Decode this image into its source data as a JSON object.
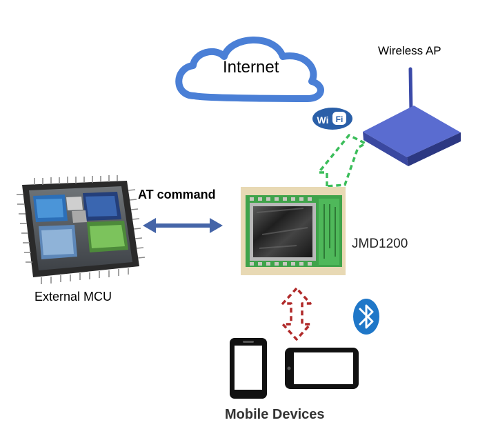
{
  "labels": {
    "internet": "Internet",
    "wireless_ap": "Wireless AP",
    "at_command": "AT command",
    "module": "JMD1200",
    "external_mcu": "External MCU",
    "mobile_devices": "Mobile Devices",
    "wifi_badge": "WiFi"
  },
  "icons": {
    "cloud": "cloud-icon",
    "router": "wireless-router-icon",
    "wifi": "wifi-icon",
    "bluetooth": "bluetooth-icon",
    "mcu": "mcu-chip-icon",
    "module": "wifi-module-icon",
    "phone": "phone-icon",
    "tablet": "tablet-icon"
  },
  "colors": {
    "cloud_stroke": "#4a7fd6",
    "router_blue": "#4a5dbd",
    "wifi_badge": "#2a5fa8",
    "bluetooth_blue": "#1f77c8",
    "at_arrow": "#4565a8",
    "wifi_link": "#3bbd5a",
    "bt_link": "#b02a2a",
    "pcb_green": "#3fa34a"
  }
}
